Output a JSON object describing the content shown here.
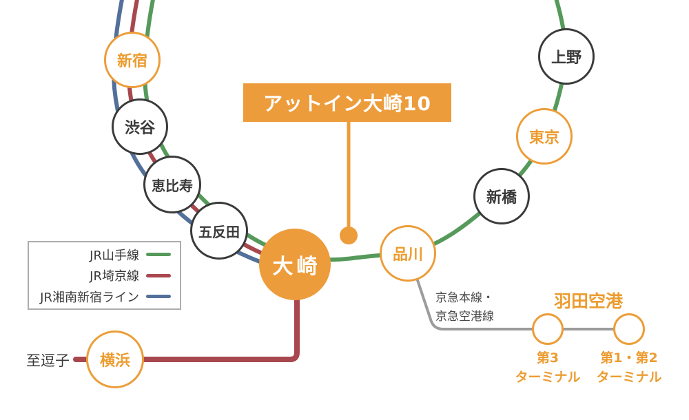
{
  "map": {
    "hotel": {
      "label": "アットイン大崎10"
    },
    "stations": [
      {
        "id": "shinjuku",
        "label": "新宿"
      },
      {
        "id": "shibuya",
        "label": "渋谷"
      },
      {
        "id": "ebisu",
        "label": "恵比寿"
      },
      {
        "id": "gotanda",
        "label": "五反田"
      },
      {
        "id": "osaki",
        "label": "大崎"
      },
      {
        "id": "shinagawa",
        "label": "品川"
      },
      {
        "id": "shimbashi",
        "label": "新橋"
      },
      {
        "id": "tokyo",
        "label": "東京"
      },
      {
        "id": "ueno",
        "label": "上野"
      },
      {
        "id": "yokohama",
        "label": "横浜"
      }
    ],
    "legend": {
      "items": [
        {
          "label": "JR山手線",
          "color": "#569A5B"
        },
        {
          "label": "JR埼京線",
          "color": "#A8474E"
        },
        {
          "label": "JR湘南新宿ライン",
          "color": "#52709A"
        }
      ]
    },
    "annotations": {
      "to_zushi": "至逗子",
      "keikyu_line1": "京急本線・",
      "keikyu_line2": "京急空港線",
      "haneda": "羽田空港",
      "terminal3_line1": "第3",
      "terminal3_line2": "ターミナル",
      "terminal12_line1": "第1・第2",
      "terminal12_line2": "ターミナル"
    },
    "colors": {
      "accent_orange": "#ED9C3B",
      "yamanote_green": "#569A5B",
      "saikyo_red": "#A8474E",
      "shonan_shinjuku_blue": "#52709A",
      "keikyu_gray": "#9C9C9C",
      "text_dark": "#3A3A3A"
    }
  }
}
